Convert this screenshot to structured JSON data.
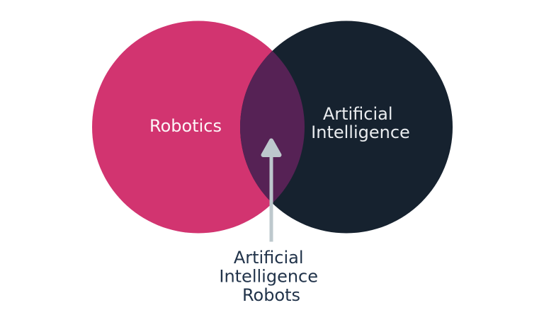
{
  "diagram": {
    "type": "venn",
    "background_color": "#ffffff",
    "left_circle": {
      "label": "Robotics",
      "color": "#d23470",
      "text_color": "#fdf6f8"
    },
    "right_circle": {
      "label_line1": "Artificial",
      "label_line2": "Intelligence",
      "color": "#16222f",
      "text_color": "#e9ecef"
    },
    "overlap": {
      "color": "#562255",
      "label_line1": "Artificial",
      "label_line2": "Intelligence",
      "label_line3": "Robots",
      "label_color": "#21334a"
    },
    "arrow": {
      "direction": "up",
      "color": "#bdc8cd"
    }
  }
}
